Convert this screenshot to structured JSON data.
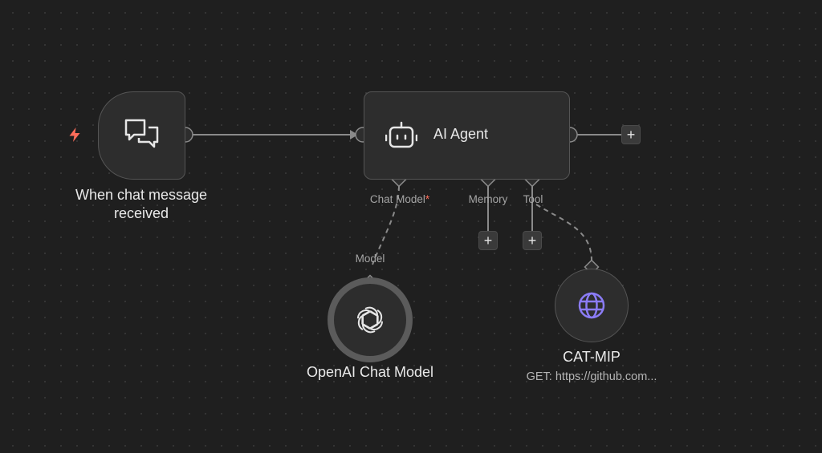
{
  "canvas": {
    "background": "#1f1f1f",
    "accent": "#ff6d5a",
    "tool_icon_color": "#8b7cf6"
  },
  "nodes": {
    "trigger": {
      "label": "When chat message received",
      "icon": "chat-bubbles-icon",
      "badge_icon": "lightning-bolt-icon"
    },
    "agent": {
      "title": "AI Agent",
      "icon": "robot-icon",
      "ports": {
        "chat_model": "Chat Model",
        "chat_model_required": "*",
        "memory": "Memory",
        "tool": "Tool"
      },
      "add_output": "+",
      "add_memory": "+",
      "add_tool": "+"
    },
    "openai": {
      "label": "OpenAI Chat Model",
      "port": "Model",
      "icon": "openai-logo-icon"
    },
    "cat_mip": {
      "label": "CAT-MIP",
      "subtitle": "GET: https://github.com...",
      "icon": "globe-icon"
    }
  }
}
